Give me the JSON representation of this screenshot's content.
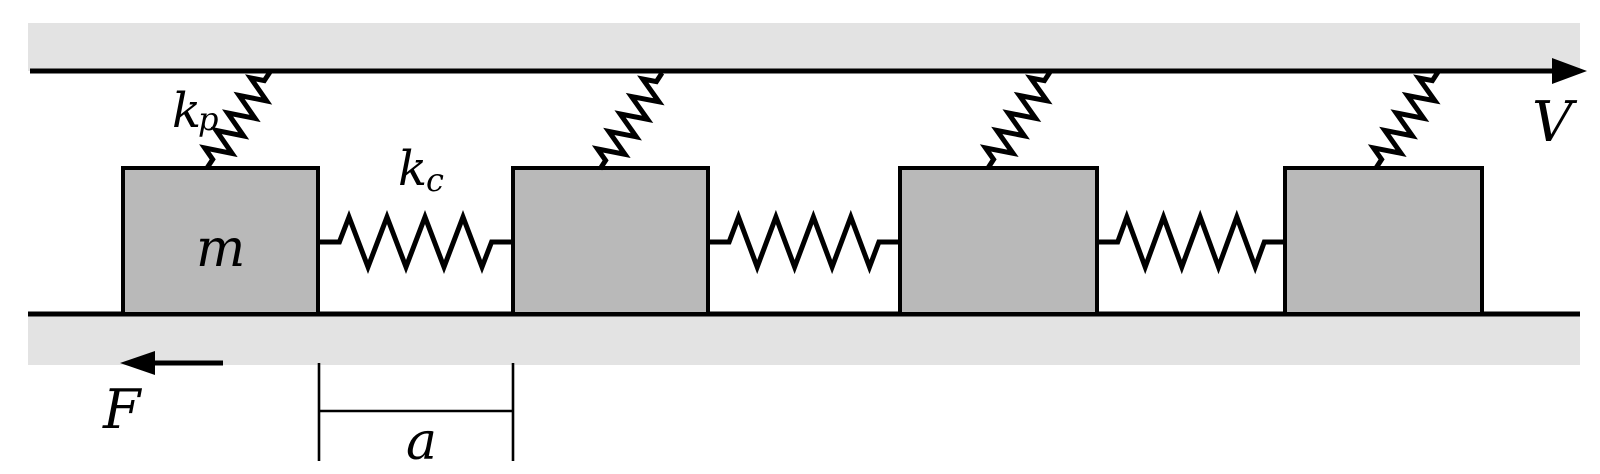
{
  "labels": {
    "plate_spring": {
      "main": "k",
      "sub": "p"
    },
    "coupling_spring": {
      "main": "k",
      "sub": "c"
    },
    "mass": "m",
    "velocity": "V",
    "force": "F",
    "spacing": "a"
  },
  "colors": {
    "mass_fill": "#b9b9b9",
    "slider_fill": "#e3e3e3",
    "line": "#000000",
    "background": "#ffffff"
  }
}
